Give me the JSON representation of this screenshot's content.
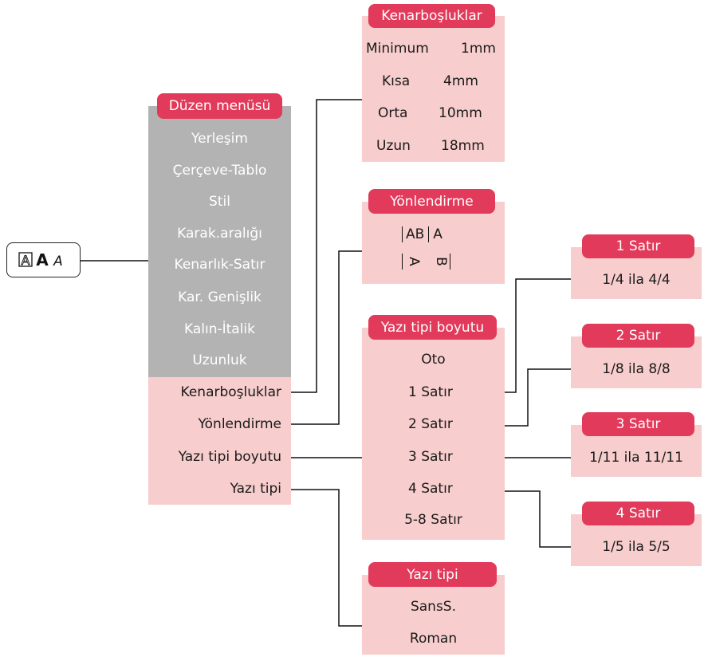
{
  "key_button": {
    "glyphs": "AAA"
  },
  "menu": {
    "title": "Düzen menüsü",
    "gray_items": [
      "Yerleşim",
      "Çerçeve-Tablo",
      "Stil",
      "Karak.aralığı",
      "Kenarlık-Satır",
      "Kar. Genişlik",
      "Kalın-İtalik",
      "Uzunluk"
    ],
    "pink_items": [
      "Kenarboşluklar",
      "Yönlendirme",
      "Yazı tipi boyutu",
      "Yazı tipi"
    ]
  },
  "margins": {
    "title": "Kenarboşluklar",
    "rows": [
      {
        "label": "Minimum",
        "value": "1mm"
      },
      {
        "label": "Kısa",
        "value": "4mm"
      },
      {
        "label": "Orta",
        "value": "10mm"
      },
      {
        "label": "Uzun",
        "value": "18mm"
      }
    ]
  },
  "orientation": {
    "title": "Yönlendirme",
    "row1": "AB",
    "row1b": "A",
    "row2a": "A",
    "row2b": "B"
  },
  "font_size": {
    "title": "Yazı tipi boyutu",
    "items": [
      "Oto",
      "1 Satır",
      "2 Satır",
      "3 Satır",
      "4 Satır",
      "5-8 Satır"
    ]
  },
  "line_sizes": [
    {
      "title": "1 Satır",
      "value": "1/4 ila 4/4"
    },
    {
      "title": "2 Satır",
      "value": "1/8 ila 8/8"
    },
    {
      "title": "3 Satır",
      "value": "1/11 ila 11/11"
    },
    {
      "title": "4 Satır",
      "value": "1/5 ila 5/5"
    }
  ],
  "font": {
    "title": "Yazı tipi",
    "items": [
      "SansS.",
      "Roman"
    ]
  }
}
